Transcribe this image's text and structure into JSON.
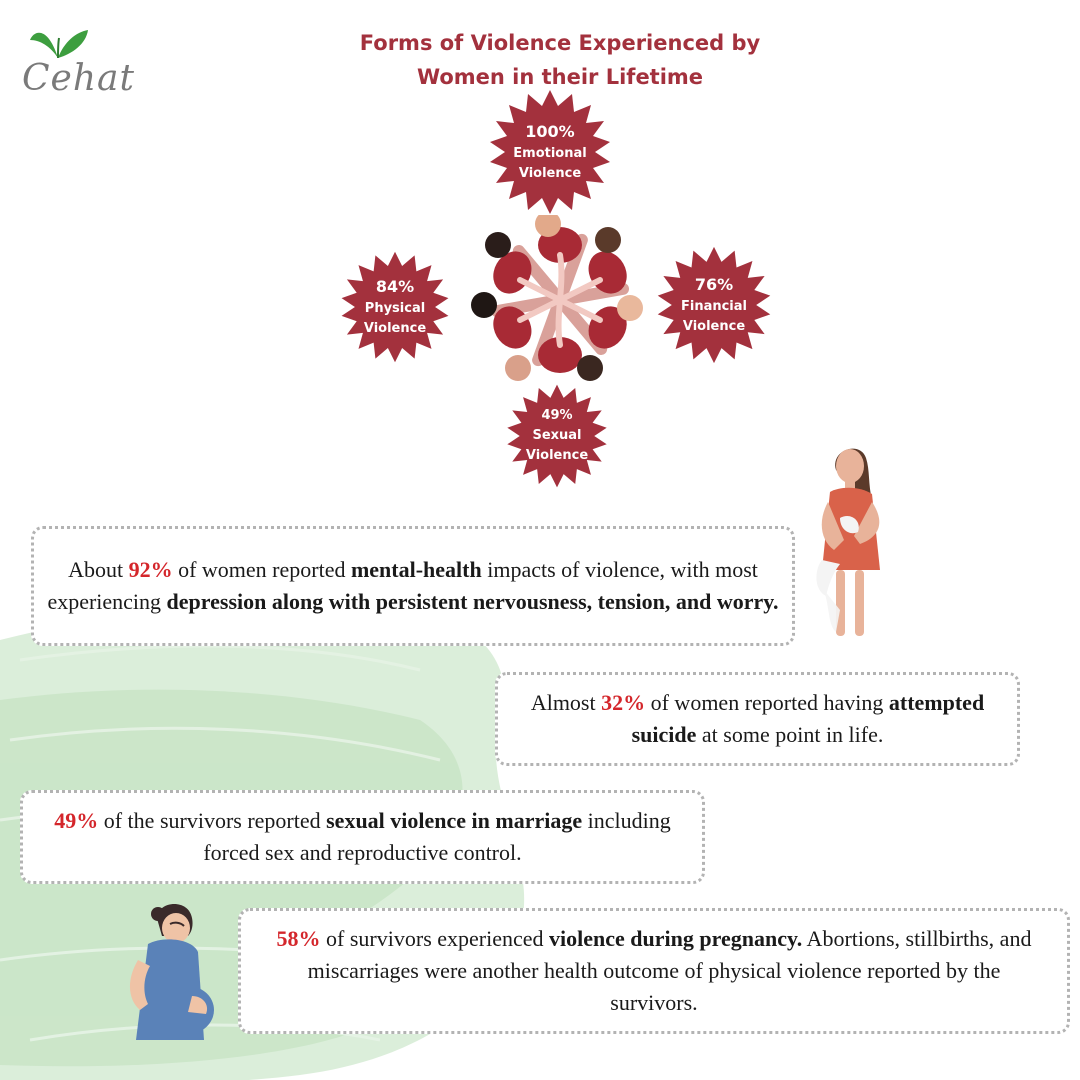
{
  "logo": {
    "name": "Cehat",
    "leaf_icon": "twin-leaf-icon",
    "leaf_color": "#3d9e3f"
  },
  "header": {
    "title_line1": "Forms of Violence Experienced by",
    "title_line2": "Women in their Lifetime"
  },
  "colors": {
    "accent": "#a3313d",
    "highlight": "#d4262b",
    "brush": "#cfe8cd"
  },
  "violence_forms": [
    {
      "percent": "100%",
      "label_line1": "Emotional",
      "label_line2": "Violence"
    },
    {
      "percent": "84%",
      "label_line1": "Physical",
      "label_line2": "Violence"
    },
    {
      "percent": "76%",
      "label_line1": "Financial",
      "label_line2": "Violence"
    },
    {
      "percent": "49%",
      "label_line1": "Sexual",
      "label_line2": "Violence"
    }
  ],
  "chart_data": {
    "type": "table",
    "categories": [
      "Emotional Violence",
      "Physical Violence",
      "Financial Violence",
      "Sexual Violence"
    ],
    "values": [
      100,
      84,
      76,
      49
    ]
  },
  "illustrations": {
    "center": "women-circle-embrace-illustration",
    "woman": "woman-hugging-self-illustration",
    "pregnant": "pregnant-woman-illustration"
  },
  "cards": {
    "mental_health": {
      "t1": "About ",
      "pct": "92%",
      "t2": " of women reported ",
      "b1": "mental-health",
      "t3": " impacts of violence, with most experiencing ",
      "b2": "depression along with persistent nervousness, tension, and worry."
    },
    "suicide": {
      "t1": "Almost ",
      "pct": "32%",
      "t2": " of women reported having ",
      "b1": "attempted suicide",
      "t3": " at some point in life."
    },
    "marriage": {
      "pct": "49%",
      "t1": " of the survivors reported ",
      "b1": "sexual violence in marriage",
      "t2": " including forced sex and reproductive control."
    },
    "pregnancy": {
      "pct": "58%",
      "t1": " of survivors experienced ",
      "b1": "violence during pregnancy.",
      "t2": " Abortions, stillbirths, and miscarriages were another health outcome of physical violence reported by the survivors."
    }
  }
}
